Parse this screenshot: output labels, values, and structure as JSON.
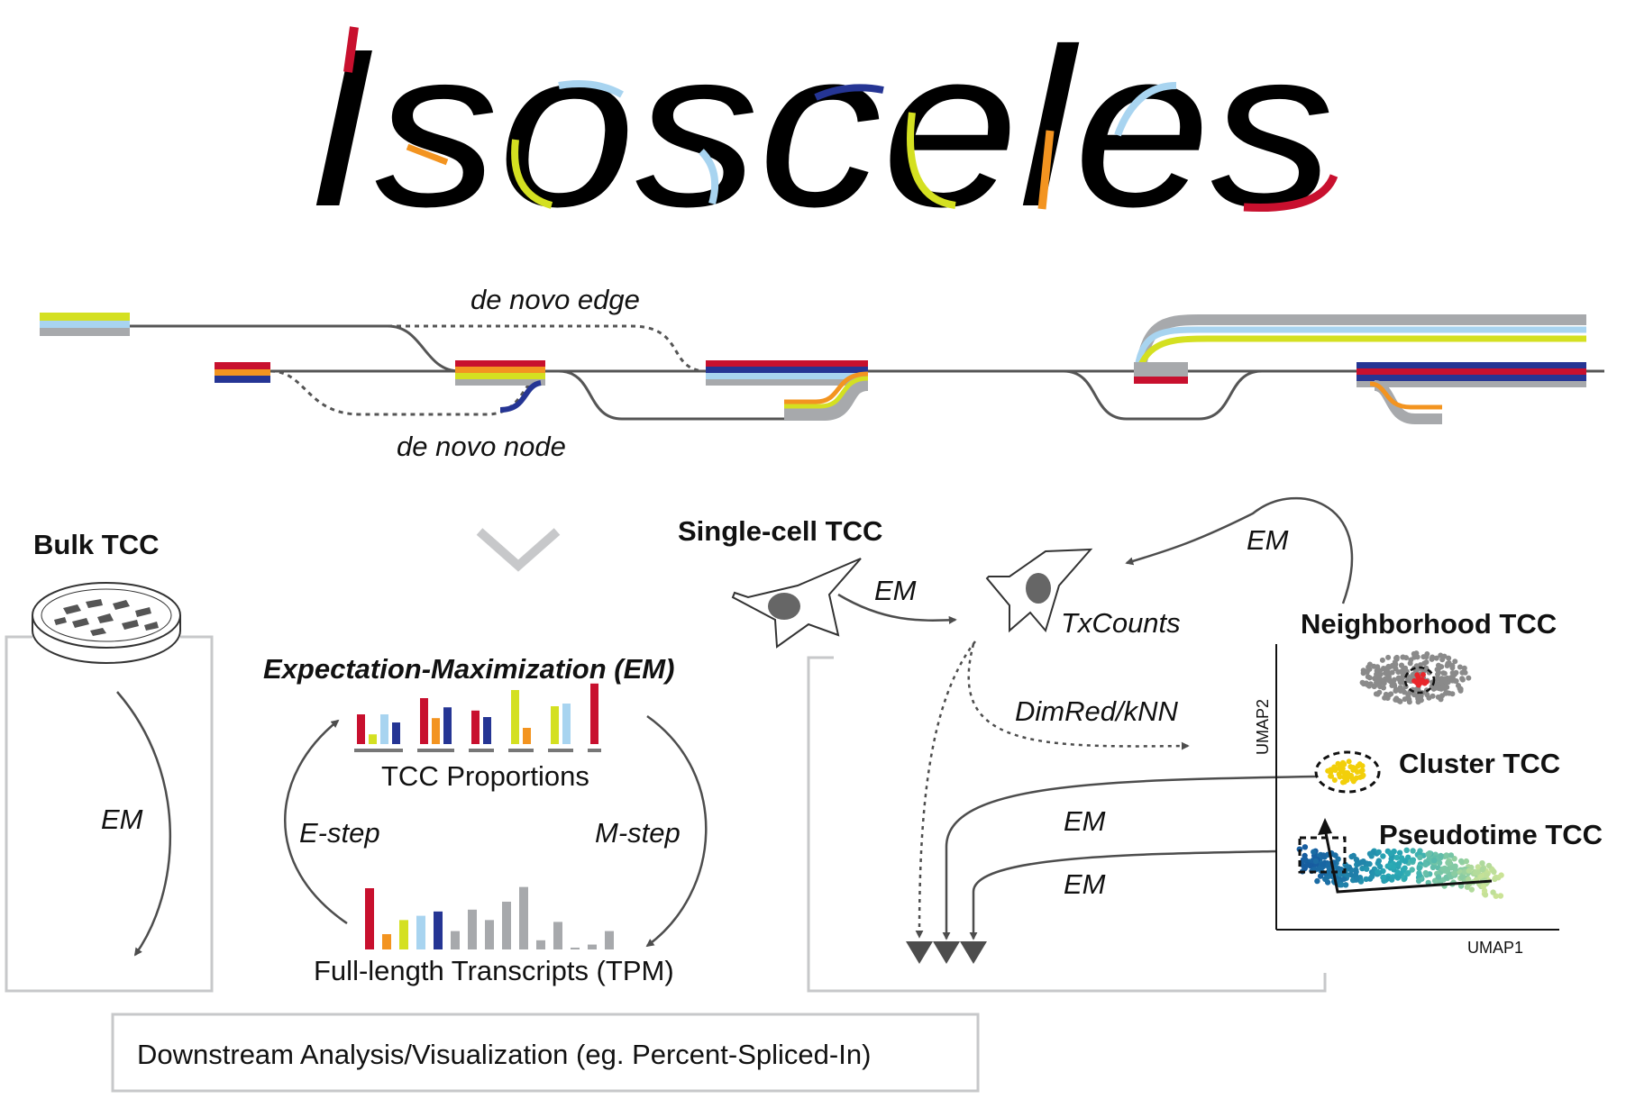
{
  "logo": {
    "word": "Isosceles"
  },
  "graph": {
    "de_novo_edge_label": "de novo edge",
    "de_novo_node_label": "de novo node"
  },
  "bulk": {
    "title": "Bulk TCC",
    "em_label": "EM"
  },
  "em_panel": {
    "title": "Expectation-Maximization (EM)",
    "tcc_label": "TCC Proportions",
    "transcripts_label": "Full-length Transcripts (TPM)",
    "e_step": "E-step",
    "m_step": "M-step",
    "tcc_bars": [
      [
        {
          "v": 0.55,
          "c": "#c8102e"
        },
        {
          "v": 0.18,
          "c": "#d4e021"
        },
        {
          "v": 0.55,
          "c": "#a8d4f0"
        },
        {
          "v": 0.4,
          "c": "#253594"
        }
      ],
      [
        {
          "v": 0.85,
          "c": "#c8102e"
        },
        {
          "v": 0.48,
          "c": "#f39420"
        },
        {
          "v": 0.68,
          "c": "#253594"
        }
      ],
      [
        {
          "v": 0.62,
          "c": "#c8102e"
        },
        {
          "v": 0.5,
          "c": "#253594"
        }
      ],
      [
        {
          "v": 1.0,
          "c": "#d4e021"
        },
        {
          "v": 0.3,
          "c": "#f39420"
        }
      ],
      [
        {
          "v": 0.7,
          "c": "#d4e021"
        },
        {
          "v": 0.75,
          "c": "#a8d4f0"
        }
      ],
      [
        {
          "v": 1.12,
          "c": "#c8102e"
        }
      ]
    ],
    "tx_bars": [
      {
        "v": 1.0,
        "c": "#c8102e"
      },
      {
        "v": 0.25,
        "c": "#f39420"
      },
      {
        "v": 0.48,
        "c": "#d4e021"
      },
      {
        "v": 0.55,
        "c": "#a8d4f0"
      },
      {
        "v": 0.62,
        "c": "#253594"
      },
      {
        "v": 0.3,
        "c": "#a7a9ac"
      },
      {
        "v": 0.65,
        "c": "#a7a9ac"
      },
      {
        "v": 0.48,
        "c": "#a7a9ac"
      },
      {
        "v": 0.78,
        "c": "#a7a9ac"
      },
      {
        "v": 1.02,
        "c": "#a7a9ac"
      },
      {
        "v": 0.15,
        "c": "#a7a9ac"
      },
      {
        "v": 0.45,
        "c": "#a7a9ac"
      },
      {
        "v": 0.03,
        "c": "#a7a9ac"
      },
      {
        "v": 0.08,
        "c": "#a7a9ac"
      },
      {
        "v": 0.3,
        "c": "#a7a9ac"
      }
    ]
  },
  "single_cell": {
    "title": "Single-cell TCC",
    "em_label": "EM",
    "txcounts_label": "TxCounts",
    "dimred_label": "DimRed/kNN",
    "em_top_label": "EM",
    "em_cluster_label": "EM",
    "em_pseudotime_label": "EM",
    "neighborhood_label": "Neighborhood TCC",
    "cluster_label": "Cluster TCC",
    "pseudotime_label": "Pseudotime TCC",
    "umap_x": "UMAP1",
    "umap_y": "UMAP2"
  },
  "downstream": {
    "label": "Downstream Analysis/Visualization (eg. Percent-Spliced-In)"
  },
  "colors": {
    "red": "#c8102e",
    "orange": "#f39420",
    "yellow": "#d4e021",
    "light_blue": "#a8d4f0",
    "dark_blue": "#253594",
    "gray": "#a7a9ac",
    "dark_gray": "#555555"
  }
}
